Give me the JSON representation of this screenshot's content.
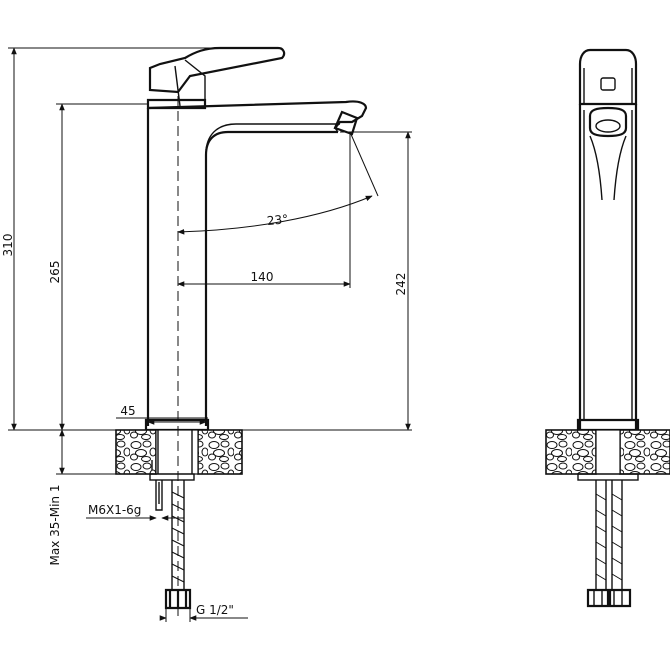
{
  "dimensions": {
    "total_height": "310",
    "body_height": "265",
    "spout_height": "242",
    "spout_reach": "140",
    "swivel_angle": "23°",
    "base_diameter": "45",
    "deck_thickness": "Max 35-Min 1",
    "stud_thread": "M6X1-6g",
    "hose_connection": "G 1/2\""
  }
}
